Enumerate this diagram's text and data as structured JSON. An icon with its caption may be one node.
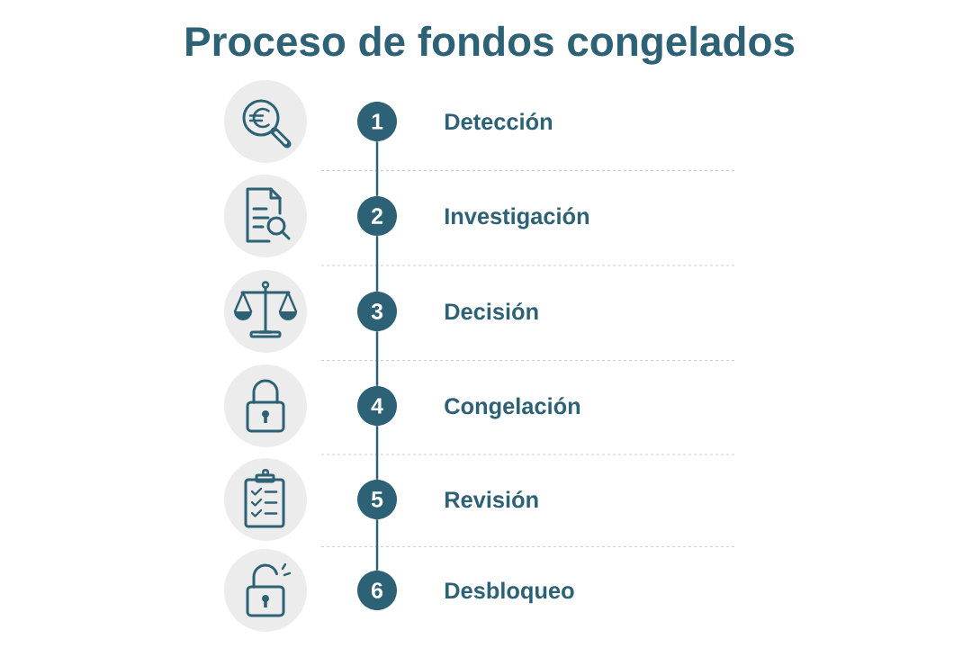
{
  "diagram": {
    "title": "Proceso de fondos congelados",
    "nodes": [
      {
        "text": [
          "1"
        ],
        "beside": [
          "Detección"
        ]
      },
      {
        "text": [
          "2"
        ],
        "beside": [
          "Investigación"
        ]
      },
      {
        "text": [
          "3"
        ],
        "beside": [
          "Decisión"
        ]
      },
      {
        "text": [
          "4"
        ],
        "beside": [
          "Congelación"
        ]
      },
      {
        "text": [
          "5"
        ],
        "beside": [
          "Revisión"
        ]
      },
      {
        "text": [
          "6"
        ],
        "beside": [
          "Desbloqueo"
        ]
      }
    ],
    "edges": [
      {
        "from": 0,
        "to": 1,
        "arrow": "none"
      },
      {
        "from": 1,
        "to": 2,
        "arrow": "none"
      },
      {
        "from": 2,
        "to": 3,
        "arrow": "none"
      },
      {
        "from": 3,
        "to": 4,
        "arrow": "none"
      },
      {
        "from": 4,
        "to": 5,
        "arrow": "none"
      }
    ]
  }
}
